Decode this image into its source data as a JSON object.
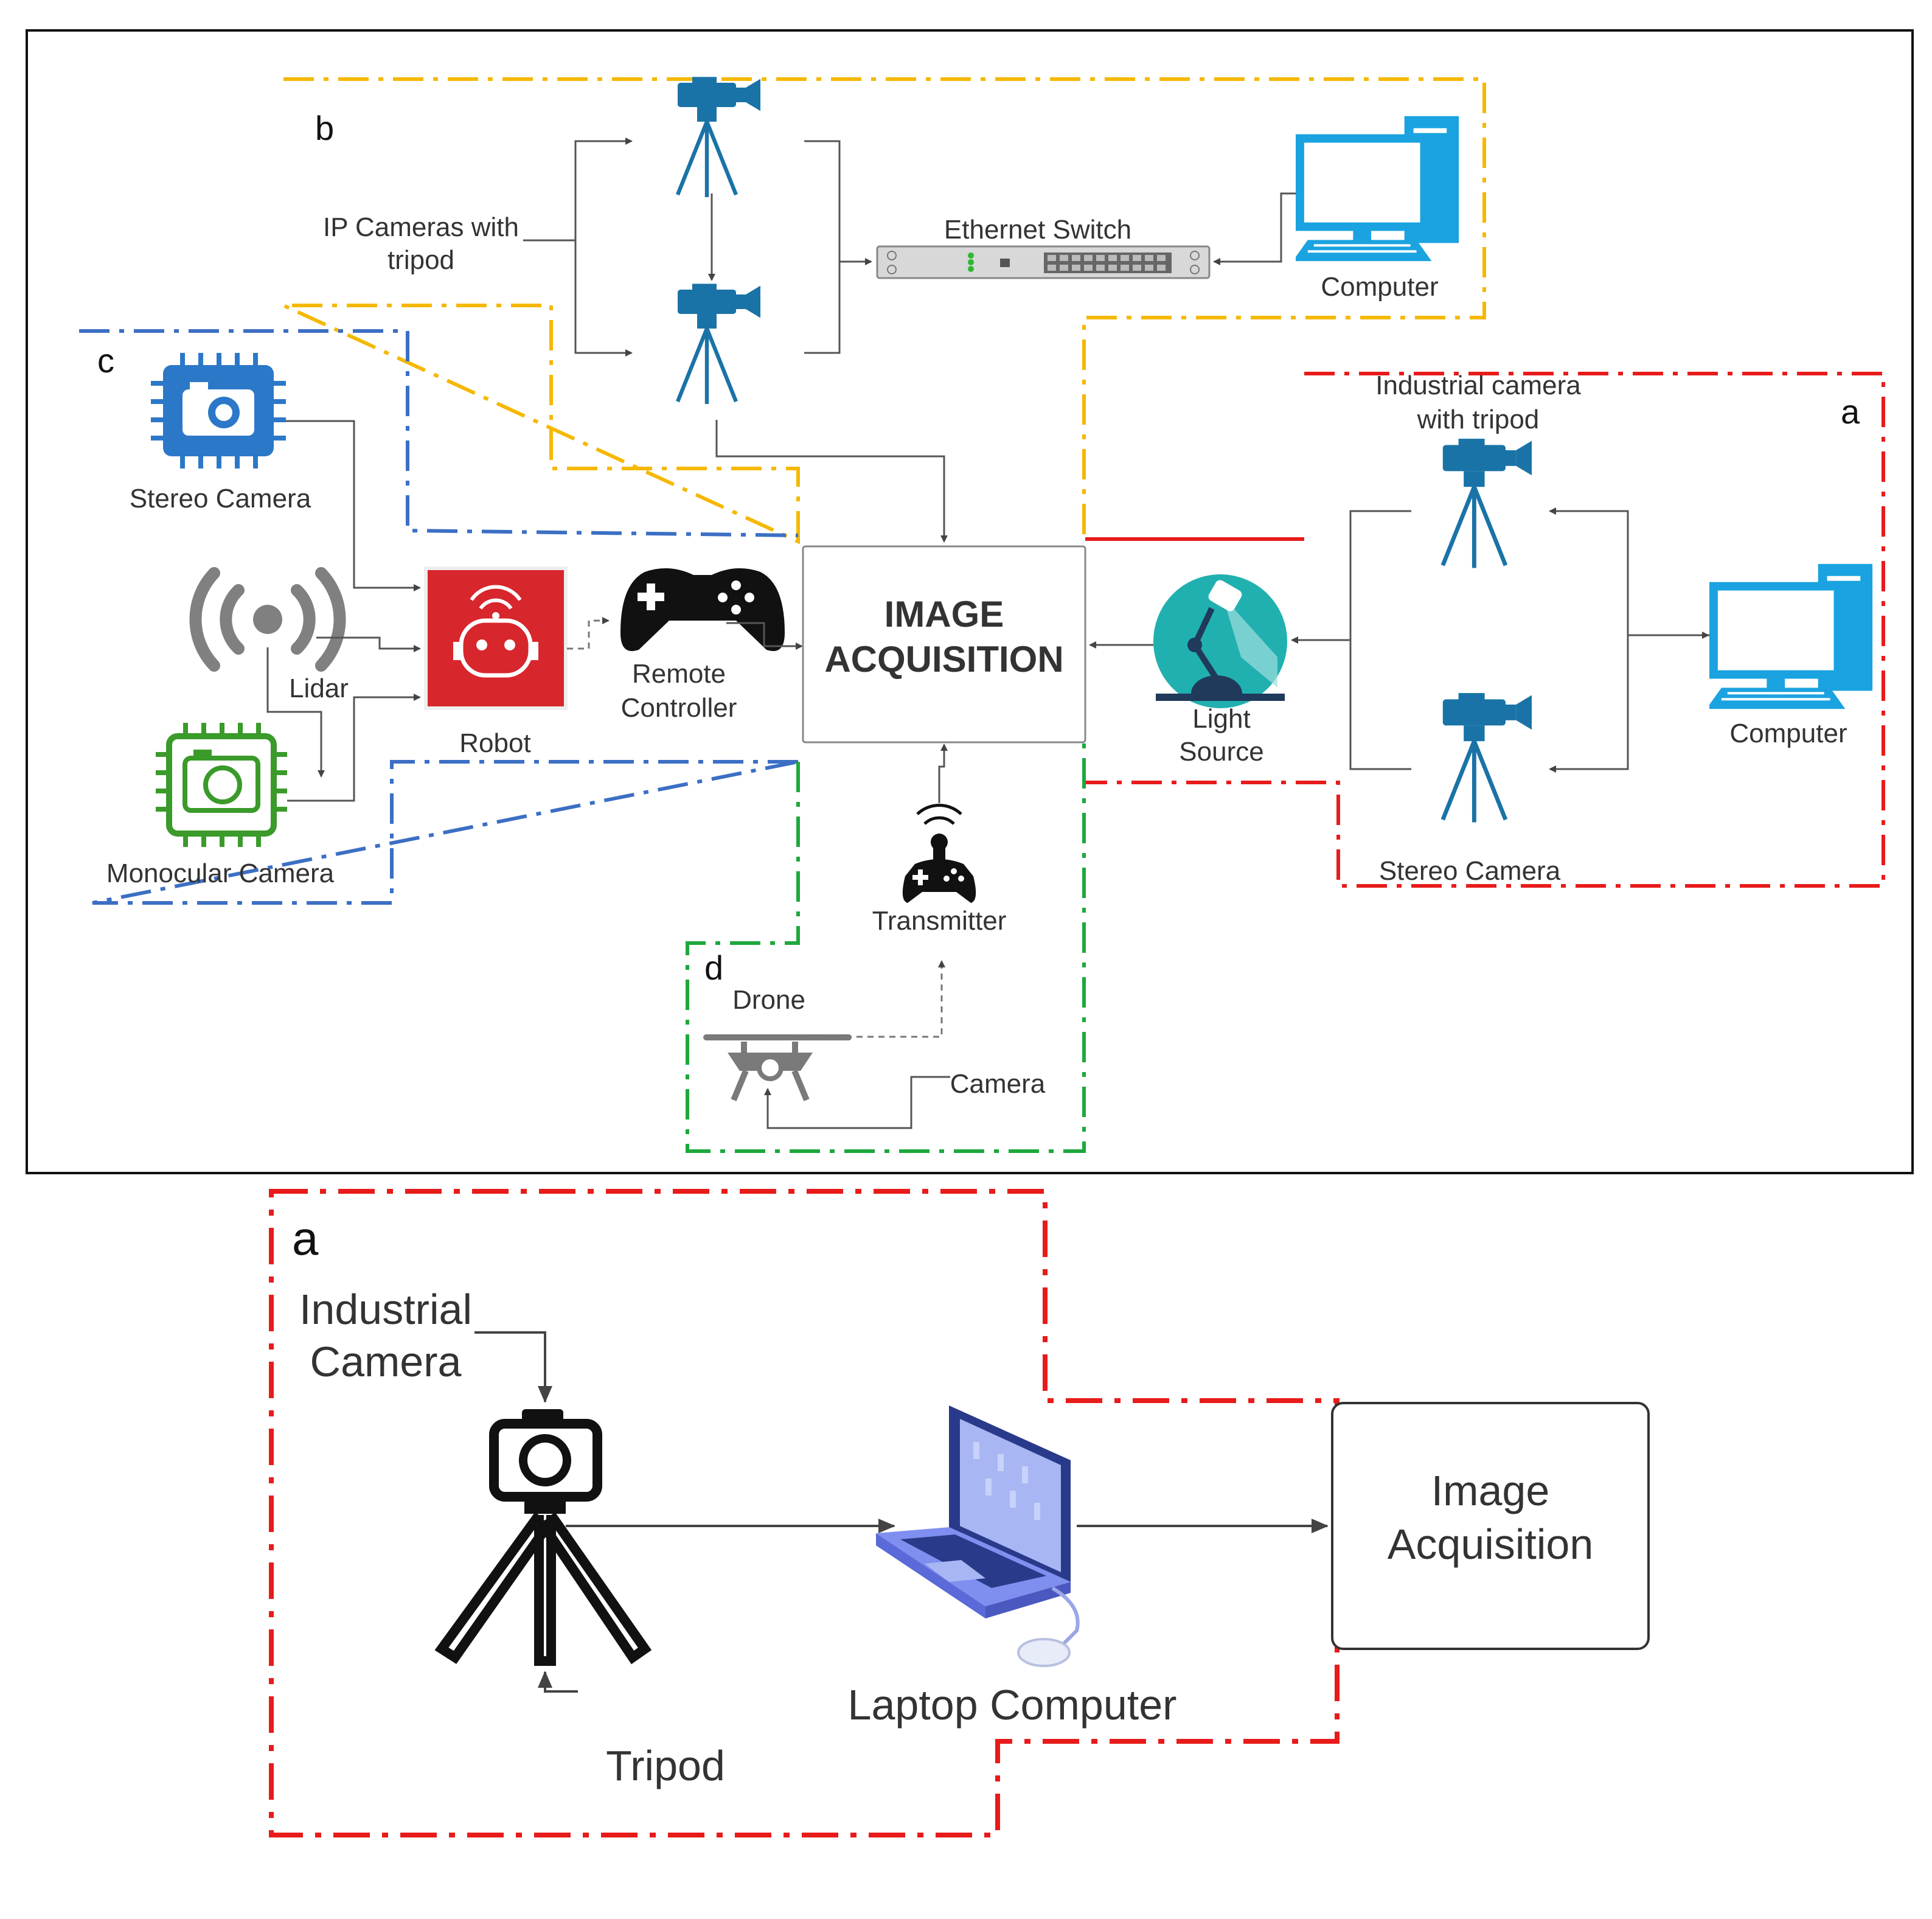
{
  "colors": {
    "group_a": "#e81b1b",
    "group_b": "#f5b800",
    "group_c": "#3c6fc4",
    "group_d": "#1ea83c",
    "camera_blue": "#1a73a7",
    "monitor_blue": "#1aa3e0",
    "robot_red": "#d7262c",
    "mono_green": "#3a9a2a",
    "light_teal": "#21b0b0"
  },
  "top_panel": {
    "center_box": {
      "line1": "IMAGE",
      "line2": "ACQUISITION"
    },
    "group_a": {
      "tag": "a",
      "industrial_camera_line1": "Industrial camera",
      "industrial_camera_line2": "with tripod",
      "stereo_camera": "Stereo Camera",
      "computer": "Computer",
      "light_source_line1": "Light",
      "light_source_line2": "Source"
    },
    "group_b": {
      "tag": "b",
      "ip_cameras_line1": "IP Cameras with",
      "ip_cameras_line2": "tripod",
      "ethernet_switch": "Ethernet Switch",
      "computer": "Computer"
    },
    "group_c": {
      "tag": "c",
      "stereo_camera": "Stereo Camera",
      "lidar": "Lidar",
      "monocular_camera": "Monocular Camera",
      "robot": "Robot",
      "remote_controller_line1": "Remote",
      "remote_controller_line2": "Controller"
    },
    "group_d": {
      "tag": "d",
      "drone": "Drone",
      "camera": "Camera",
      "transmitter": "Transmitter"
    }
  },
  "bottom_panel": {
    "tag": "a",
    "industrial_camera_line1": "Industrial",
    "industrial_camera_line2": "Camera",
    "tripod": "Tripod",
    "laptop_computer": "Laptop Computer",
    "image_acquisition_line1": "Image",
    "image_acquisition_line2": "Acquisition"
  }
}
